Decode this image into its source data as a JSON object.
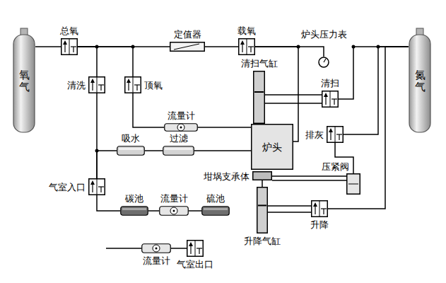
{
  "diagram": {
    "nodes": [
      {
        "text": [
          "氧气"
        ]
      },
      {
        "text": [
          "总氧"
        ]
      },
      {
        "text": [
          "定值器"
        ]
      },
      {
        "text": [
          "载氧"
        ]
      },
      {
        "text": [
          "炉头压力表"
        ]
      },
      {
        "text": [
          "氮气"
        ]
      },
      {
        "text": [
          "清洗"
        ]
      },
      {
        "text": [
          "顶氧"
        ]
      },
      {
        "text": [
          "清扫气缸"
        ]
      },
      {
        "text": [
          "清扫"
        ]
      },
      {
        "text": [
          "流量计"
        ]
      },
      {
        "text": [
          "炉头"
        ]
      },
      {
        "text": [
          "吸水"
        ]
      },
      {
        "text": [
          "过滤"
        ]
      },
      {
        "text": [
          "排灰"
        ]
      },
      {
        "text": [
          "坩埚支承体"
        ]
      },
      {
        "text": [
          "压紧阀"
        ]
      },
      {
        "text": [
          "气室入口"
        ]
      },
      {
        "text": [
          "碳池"
        ]
      },
      {
        "text": [
          "流量计"
        ]
      },
      {
        "text": [
          "硫池"
        ]
      },
      {
        "text": [
          "升降"
        ]
      },
      {
        "text": [
          "升降气缸"
        ]
      },
      {
        "text": [
          "流量计"
        ]
      },
      {
        "text": [
          "气室出口"
        ]
      }
    ],
    "edges": [
      {
        "from": 0,
        "to": 1,
        "arrow": "none"
      },
      {
        "from": 1,
        "to": 2,
        "arrow": "none"
      },
      {
        "from": 2,
        "to": 3,
        "arrow": "none"
      },
      {
        "from": 3,
        "to": 4,
        "arrow": "none"
      },
      {
        "from": 3,
        "to": 11,
        "arrow": "none"
      },
      {
        "from": 1,
        "to": 6,
        "arrow": "none"
      },
      {
        "from": 1,
        "to": 7,
        "arrow": "none"
      },
      {
        "from": 7,
        "to": 10,
        "arrow": "none"
      },
      {
        "from": 10,
        "to": 11,
        "arrow": "none"
      },
      {
        "from": 11,
        "to": 13,
        "arrow": "none"
      },
      {
        "from": 13,
        "to": 12,
        "arrow": "none"
      },
      {
        "from": 12,
        "to": 17,
        "arrow": "none"
      },
      {
        "from": 6,
        "to": 17,
        "arrow": "none"
      },
      {
        "from": 17,
        "to": 18,
        "arrow": "none"
      },
      {
        "from": 18,
        "to": 19,
        "arrow": "none"
      },
      {
        "from": 19,
        "to": 20,
        "arrow": "none"
      },
      {
        "from": 23,
        "to": 24,
        "arrow": "none"
      },
      {
        "from": 5,
        "to": 9,
        "arrow": "none"
      },
      {
        "from": 5,
        "to": 14,
        "arrow": "none"
      },
      {
        "from": 5,
        "to": 21,
        "arrow": "none"
      },
      {
        "from": 9,
        "to": 8,
        "arrow": "none"
      },
      {
        "from": 14,
        "to": 16,
        "arrow": "none"
      },
      {
        "from": 16,
        "to": 15,
        "arrow": "none"
      },
      {
        "from": 21,
        "to": 22,
        "arrow": "none"
      },
      {
        "from": 15,
        "to": 22,
        "arrow": "none"
      }
    ]
  }
}
